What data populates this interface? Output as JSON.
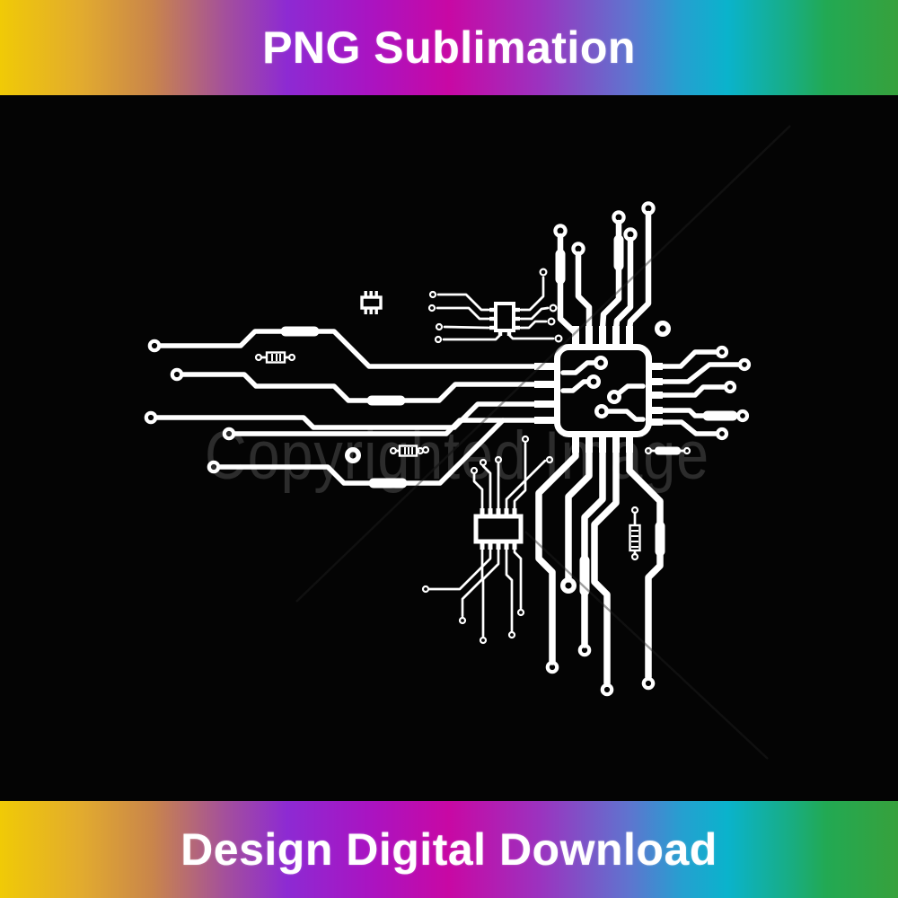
{
  "header": {
    "title": "PNG Sublimation"
  },
  "footer": {
    "title": "Design Digital Download"
  },
  "watermark": {
    "text": "Copyrighted Image"
  },
  "colors": {
    "banner_gradient": "linear-gradient(90deg,#f0ca06 0%,#e2ab2e 9%,#c9854b 17%,#a4509b 25%,#8d2ad3 32%,#a914c2 41%,#c808a4 50%,#9c32bf 60%,#5f74cf 70%,#25a0d0 76%,#0ab3cc 81%,#18ad83 88%,#22a953 92%,#37a13c 100%)",
    "background": "#040404",
    "trace": "#ffffff",
    "watermark_text": "#2c2c2c"
  },
  "artwork": {
    "kind": "circuit-board-line-art",
    "components": [
      "cpu-chip",
      "soic-ic-top",
      "soic-ic-bottom",
      "smd-ic-small",
      "resistor-horizontal-left",
      "resistor-horizontal-right",
      "resistor-vertical",
      "jumper-smd",
      "ring-vias",
      "solder-pads"
    ]
  }
}
